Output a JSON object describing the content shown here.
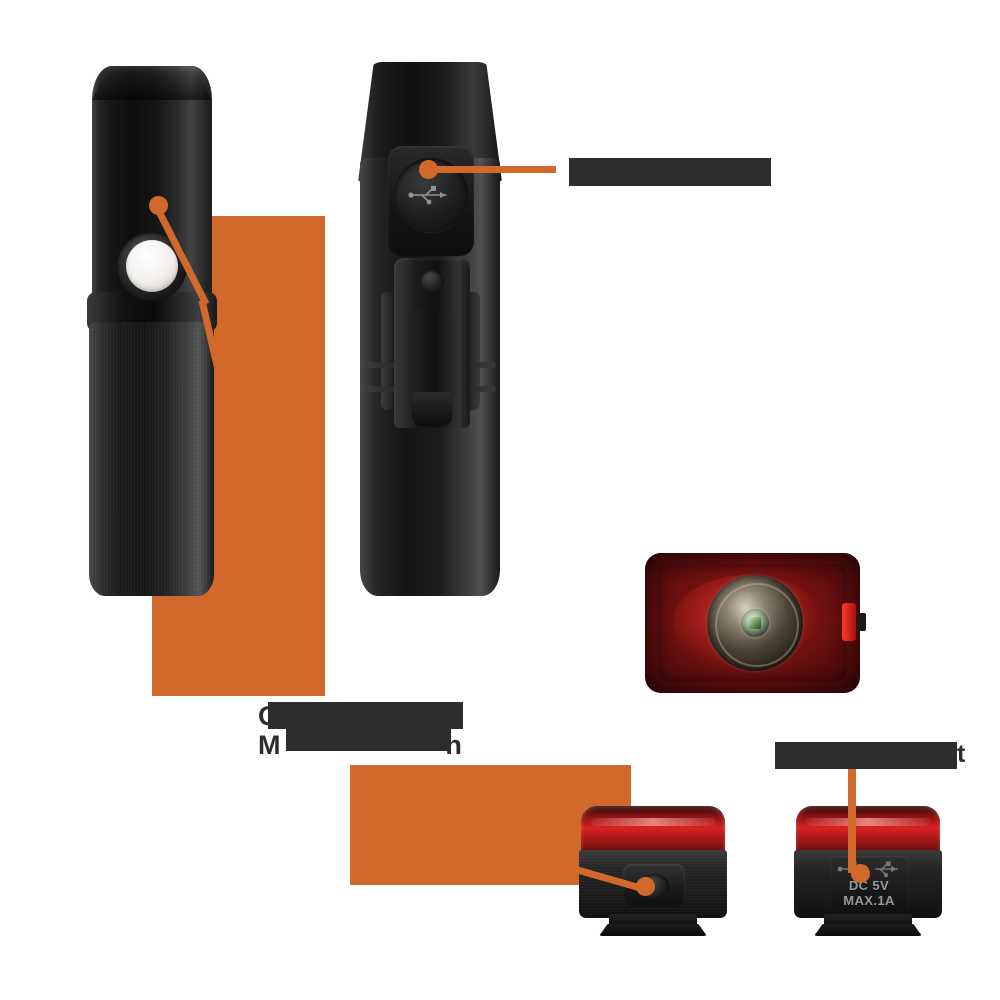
{
  "page": {
    "background_color": "#ffffff",
    "accent_color": "#D2692C",
    "redaction_color": "#2D2D2D",
    "title": "Product Feature Callout Diagram"
  },
  "callouts": [
    {
      "id": "flashlight-power-button",
      "icon": "power-button-icon",
      "label_text": "",
      "label_redacted": true,
      "target": "flashlight front power switch"
    },
    {
      "id": "flashlight-usb-port",
      "icon": "usb-port-icon",
      "label_text": "",
      "label_redacted": true,
      "target": "flashlight rear USB charging port"
    },
    {
      "id": "taillight-power-button",
      "icon": "power-button-icon",
      "label_text": "",
      "label_redacted": true,
      "target": "tail light power switch"
    },
    {
      "id": "taillight-usb-port",
      "icon": "usb-port-icon",
      "label_text": "",
      "label_redacted": true,
      "target": "tail light USB charging port"
    }
  ],
  "labels": {
    "usb_port_top": {
      "text": "",
      "redacted": true,
      "visible_prefix": "",
      "visible_suffix": ""
    },
    "lumens_block": {
      "line1": "O",
      "line1_redacted": true,
      "line2_prefix": "M",
      "line2_suffix": "n",
      "line2_redacted": true
    },
    "usb_port_bottom": {
      "text": "",
      "redacted": true,
      "visible_suffix": "t"
    }
  },
  "device_markings": {
    "taillight_rating_dc": "DC 5V",
    "taillight_rating_max": "MAX.1A",
    "usb_symbol": "usb-icon"
  },
  "devices": [
    {
      "name": "flashlight-front-view",
      "color": "#1a1a1a"
    },
    {
      "name": "flashlight-rear-view",
      "color": "#1a1a1a"
    },
    {
      "name": "taillight-lens-view",
      "color": "#8d1616"
    },
    {
      "name": "taillight-button-view",
      "color": "#1a1a1a"
    },
    {
      "name": "taillight-usb-view",
      "color": "#1a1a1a"
    }
  ]
}
